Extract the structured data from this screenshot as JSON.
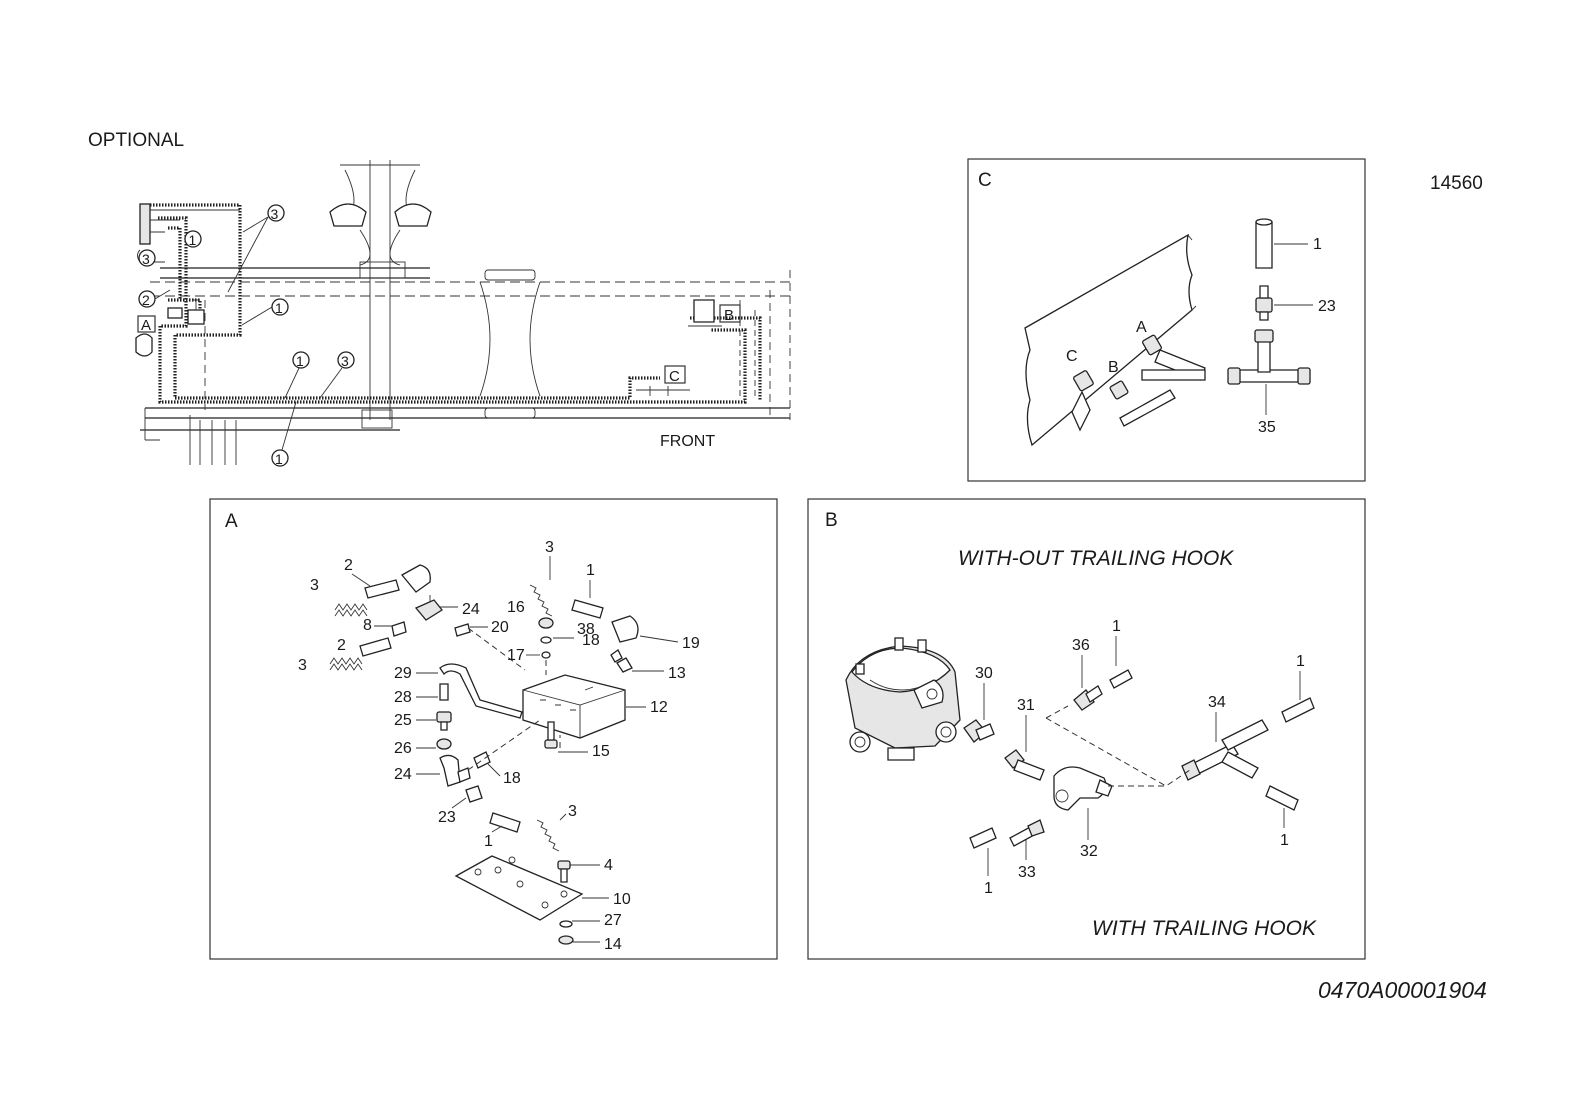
{
  "diagram": {
    "optional_label": "OPTIONAL",
    "ref_number": "14560",
    "drawing_code": "0470A00001904",
    "overview": {
      "front_label": "FRONT",
      "callouts": [
        "3",
        "1",
        "3",
        "2",
        "1",
        "1",
        "3",
        "1"
      ],
      "detail_tags": [
        "A",
        "B",
        "C"
      ]
    },
    "detail_c": {
      "title": "C",
      "port_labels": [
        "A",
        "C",
        "B"
      ],
      "part_labels": [
        "1",
        "23",
        "35"
      ]
    },
    "detail_a": {
      "title": "A",
      "part_labels": [
        "3",
        "2",
        "3",
        "8",
        "2",
        "3",
        "24",
        "20",
        "3",
        "1",
        "16",
        "38",
        "17",
        "18",
        "19",
        "13",
        "29",
        "28",
        "25",
        "26",
        "24",
        "12",
        "15",
        "18",
        "23",
        "1",
        "3",
        "4",
        "10",
        "27",
        "14"
      ]
    },
    "detail_b": {
      "title": "B",
      "caption_top": "WITH-OUT TRAILING HOOK",
      "caption_bottom": "WITH TRAILING HOOK",
      "part_labels": [
        "1",
        "36",
        "30",
        "31",
        "34",
        "1",
        "1",
        "33",
        "32",
        "1"
      ]
    }
  }
}
